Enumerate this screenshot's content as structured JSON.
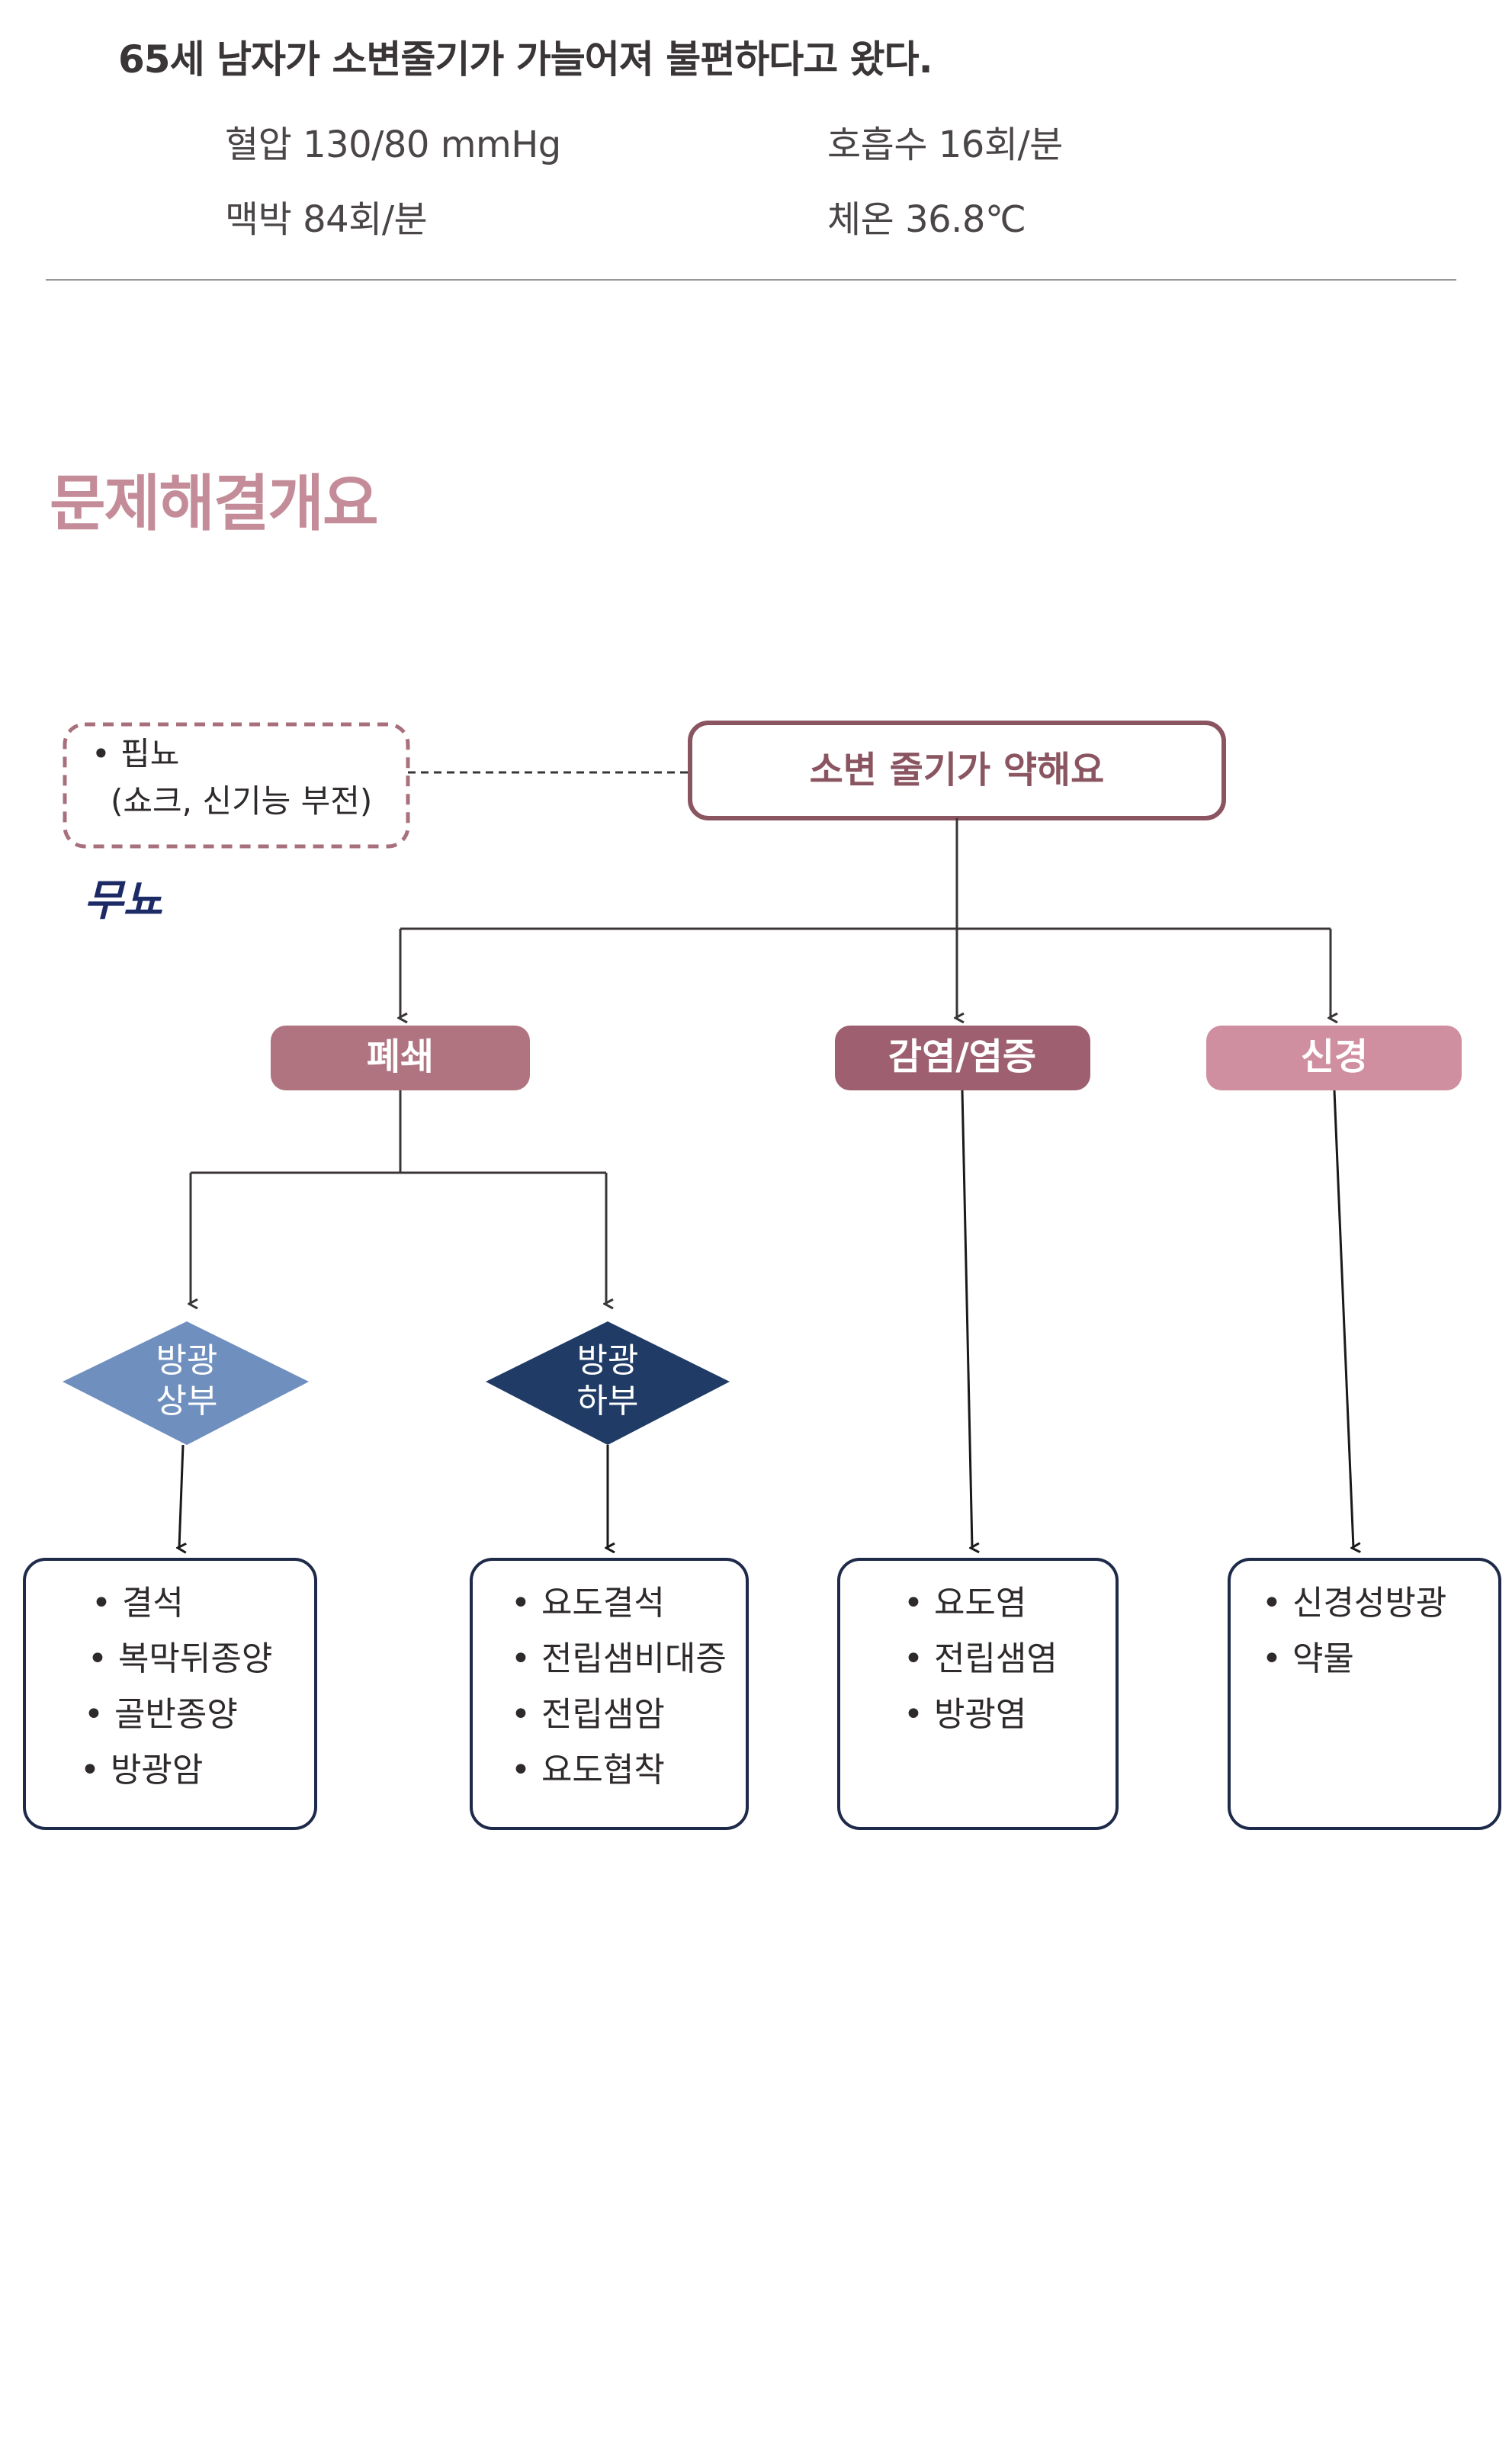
{
  "case": {
    "title": "65세 남자가 소변줄기가 가늘어져 불편하다고 왔다.",
    "vitals": {
      "bp": "혈압 130/80 mmHg",
      "rr": "호흡수 16회/분",
      "pulse": "맥박 84회/분",
      "temp": "체온 36.8℃"
    }
  },
  "section_title": "문제해결개요",
  "diagram": {
    "root": "소변 줄기가 약해요",
    "side_note": {
      "line1": "• 핍뇨",
      "line2": "(쇼크, 신기능 부전)",
      "handwriting": "무뇨"
    },
    "categories": {
      "obstruction": "폐쇄",
      "infection": "감염/염증",
      "neuro": "신경"
    },
    "diamonds": {
      "upper": [
        "방광",
        "상부"
      ],
      "lower": [
        "방광",
        "하부"
      ]
    },
    "boxes": {
      "upper": [
        "• 결석",
        "• 복막뒤종양",
        "• 골반종양",
        "• 방광암"
      ],
      "lower": [
        "• 요도결석",
        "• 전립샘비대증",
        "• 전립샘암",
        "• 요도협착"
      ],
      "infection": [
        "• 요도염",
        "• 전립샘염",
        "• 방광염"
      ],
      "neuro": [
        "• 신경성방광",
        "• 약물"
      ]
    },
    "colors": {
      "root_border": "#8a5560",
      "obstruction": "#b07480",
      "infection": "#9e6070",
      "neuro": "#d08fa0",
      "diamond_upper": "#6f8fbf",
      "diamond_lower": "#1f3b66",
      "box_border": "#1e2a4a"
    }
  }
}
